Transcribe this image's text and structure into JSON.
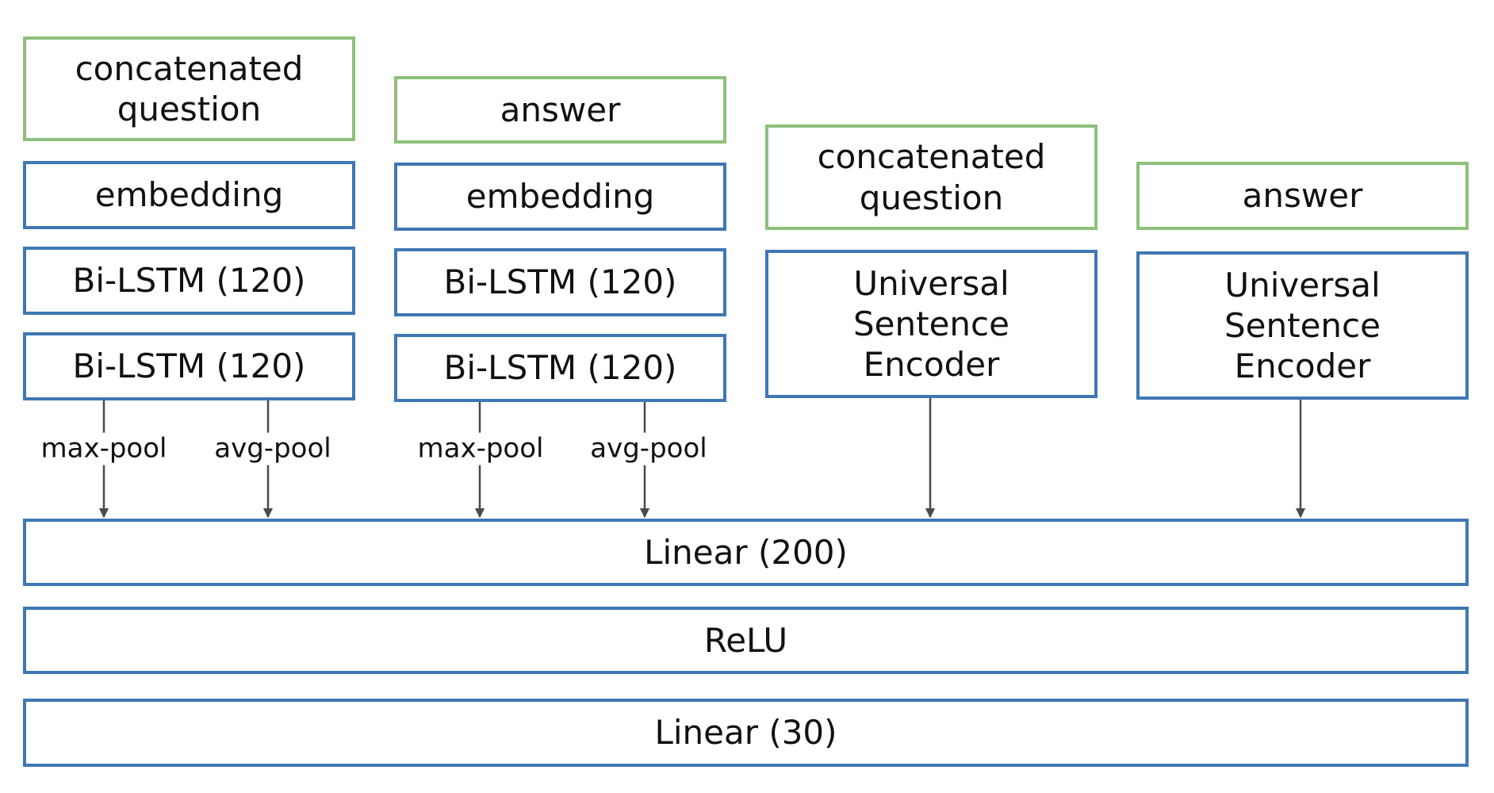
{
  "colors": {
    "input_border": "#8dc07a",
    "layer_border": "#3f77b4",
    "arrow": "#4a4a4a",
    "text": "#111111"
  },
  "columns": [
    {
      "input": [
        "concatenated",
        "question"
      ],
      "embedding": "embedding",
      "lstm1": "Bi-LSTM (120)",
      "lstm2": "Bi-LSTM (120)",
      "pool_left": "max-pool",
      "pool_right": "avg-pool"
    },
    {
      "input": [
        "answer"
      ],
      "embedding": "embedding",
      "lstm1": "Bi-LSTM (120)",
      "lstm2": "Bi-LSTM (120)",
      "pool_left": "max-pool",
      "pool_right": "avg-pool"
    },
    {
      "input": [
        "concatenated",
        "question"
      ],
      "encoder": [
        "Universal",
        "Sentence",
        "Encoder"
      ]
    },
    {
      "input": [
        "answer"
      ],
      "encoder": [
        "Universal",
        "Sentence",
        "Encoder"
      ]
    }
  ],
  "head": {
    "linear1": "Linear (200)",
    "relu": "ReLU",
    "linear2": "Linear (30)"
  }
}
